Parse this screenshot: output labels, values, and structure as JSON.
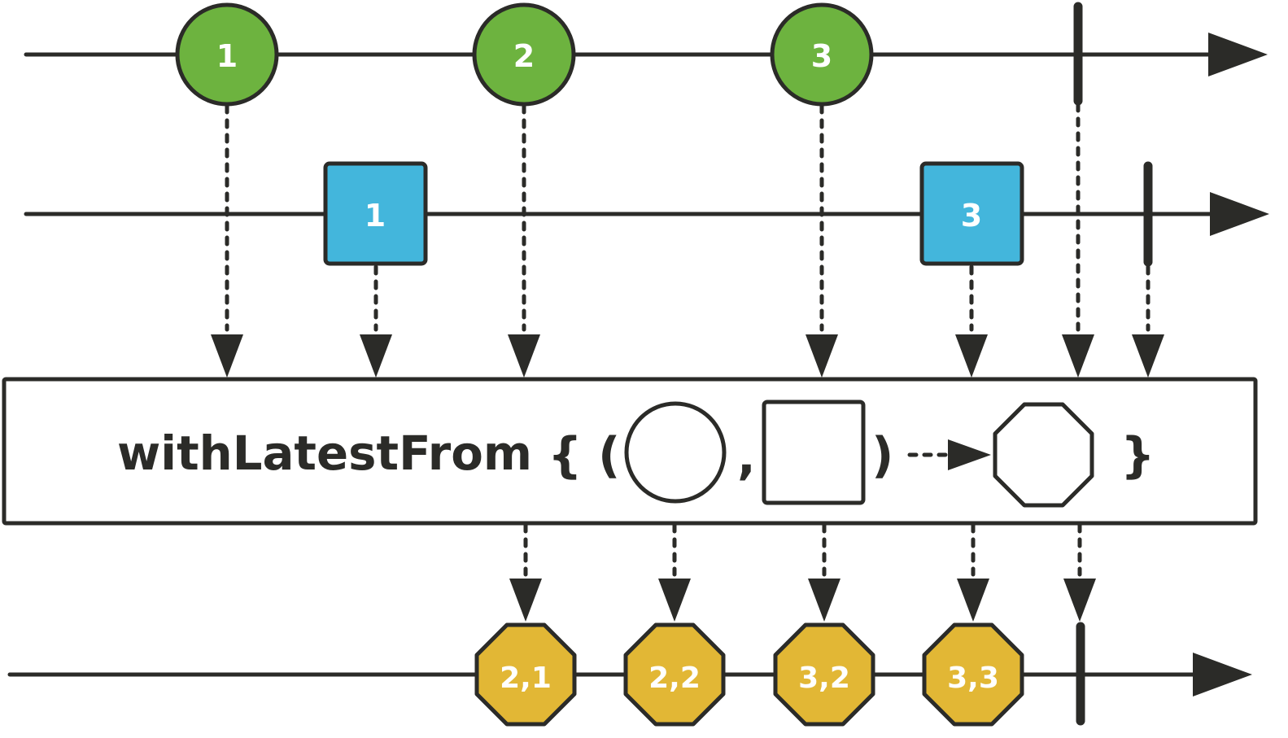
{
  "colors": {
    "line": "#2b2b28",
    "source_a_fill": "#6db33f",
    "source_b_fill": "#43b6dc",
    "result_fill": "#e2b735",
    "label_text": "#ffffff"
  },
  "operator": {
    "name": "withLatestFrom",
    "open_brace": "{",
    "close_brace": "}",
    "open_paren": "(",
    "close_paren": ")",
    "comma": ","
  },
  "source_a": {
    "marble_shape": "circle",
    "marbles": [
      {
        "label": "1"
      },
      {
        "label": "2"
      },
      {
        "label": "3"
      }
    ],
    "completes": true
  },
  "source_b": {
    "marble_shape": "square",
    "marbles": [
      {
        "label": "1"
      },
      {
        "label": "3"
      }
    ],
    "completes": true
  },
  "result": {
    "marble_shape": "octagon",
    "marbles": [
      {
        "label": "2,1"
      },
      {
        "label": "2,2"
      },
      {
        "label": "3,2"
      },
      {
        "label": "3,3"
      }
    ],
    "completes": true
  }
}
